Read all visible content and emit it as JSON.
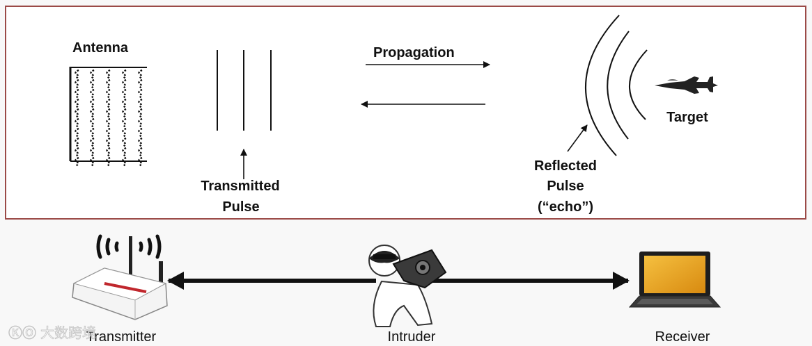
{
  "radar": {
    "antenna_label": "Antenna",
    "propagation_label": "Propagation",
    "transmitted_label_line1": "Transmitted",
    "transmitted_label_line2": "Pulse",
    "target_label": "Target",
    "reflected_label_line1": "Reflected",
    "reflected_label_line2": "Pulse",
    "reflected_label_line3": "(“echo”)"
  },
  "network": {
    "transmitter_label": "Transmitter",
    "intruder_label": "Intruder",
    "receiver_label": "Receiver"
  },
  "watermark": {
    "text": "大数跨境"
  },
  "colors": {
    "panel_border": "#9b4a47",
    "ink": "#111111",
    "screen_orange": "#e8a21a",
    "router_stripe": "#c0272d"
  },
  "icons": [
    "antenna-array-icon",
    "fighter-jet-icon",
    "wifi-router-icon",
    "intruder-thief-icon",
    "laptop-icon"
  ]
}
